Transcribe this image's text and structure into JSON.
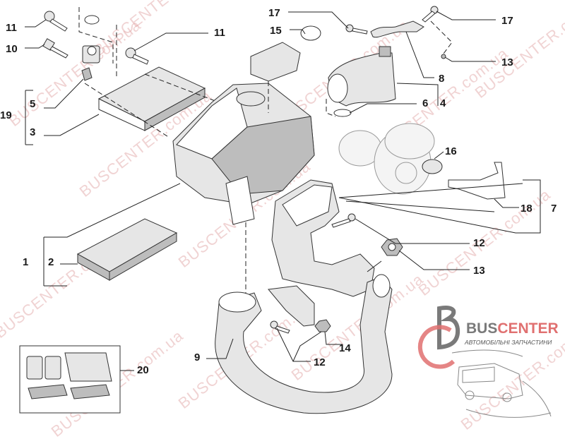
{
  "diagram": {
    "title": "Air filter and intake parts diagram",
    "callouts": {
      "c11a": "11",
      "c10": "10",
      "c11b": "11",
      "c17a": "17",
      "c15": "15",
      "c17b": "17",
      "c13a": "13",
      "c8": "8",
      "c5": "5",
      "c6": "6",
      "c4": "4",
      "c19": "19",
      "c3": "3",
      "c16": "16",
      "c18": "18",
      "c7": "7",
      "c12a": "12",
      "c1": "1",
      "c2": "2",
      "c13b": "13",
      "c14": "14",
      "c9": "9",
      "c12b": "12",
      "c20": "20"
    }
  },
  "watermark": {
    "text": "BUSCENTER.com.ua"
  },
  "logo": {
    "brand_prefix": "BUS",
    "brand_suffix": "CENTER",
    "tagline": "АВТОМОБІЛЬНІ ЗАПЧАСТИНИ",
    "colors": {
      "gray": "#7a7a7a",
      "red": "#e07070"
    }
  }
}
